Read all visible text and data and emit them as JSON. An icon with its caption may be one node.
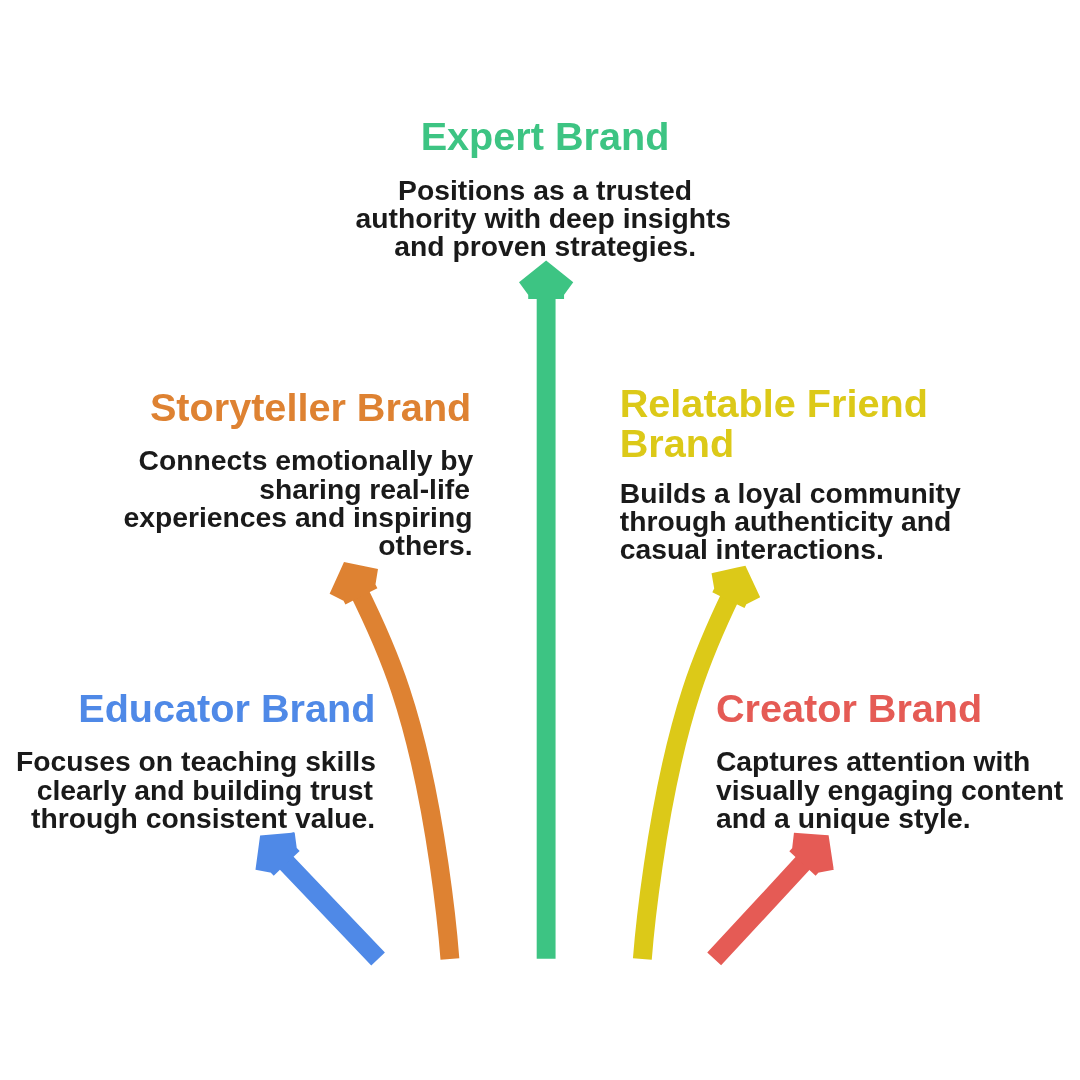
{
  "diagram": {
    "nodes": [
      {
        "text": [
          "Expert Brand",
          "Positions as a trusted authority with deep insights and proven strategies."
        ]
      },
      {
        "text": [
          "Storyteller Brand",
          "Connects emotionally by sharing real-life experiences and inspiring others."
        ]
      },
      {
        "text": [
          "Relatable Friend Brand",
          "Builds a loyal community through authenticity and casual interactions."
        ]
      },
      {
        "text": [
          "Educator Brand",
          "Focuses on teaching skills clearly and building trust through consistent value."
        ]
      },
      {
        "text": [
          "Creator Brand",
          "Captures attention with visually engaging content and a unique style."
        ]
      }
    ],
    "edges": [
      {
        "from": null,
        "to": 0,
        "arrow": "to",
        "color": "#3dc483"
      },
      {
        "from": null,
        "to": 1,
        "arrow": "to",
        "color": "#de8232"
      },
      {
        "from": null,
        "to": 2,
        "arrow": "to",
        "color": "#dcc918"
      },
      {
        "from": null,
        "to": 3,
        "arrow": "to",
        "color": "#4f89e7"
      },
      {
        "from": null,
        "to": 4,
        "arrow": "to",
        "color": "#e55b55"
      }
    ]
  }
}
